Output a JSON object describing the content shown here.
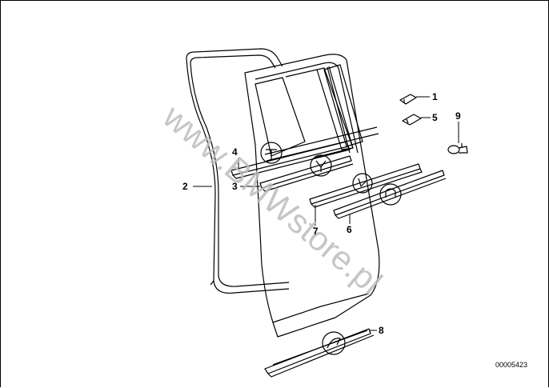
{
  "watermark": "www.BMWstore.pl",
  "diagram_code": "00005423",
  "part_numbers": [
    "1",
    "2",
    "3",
    "4",
    "5",
    "6",
    "7",
    "8",
    "9"
  ]
}
